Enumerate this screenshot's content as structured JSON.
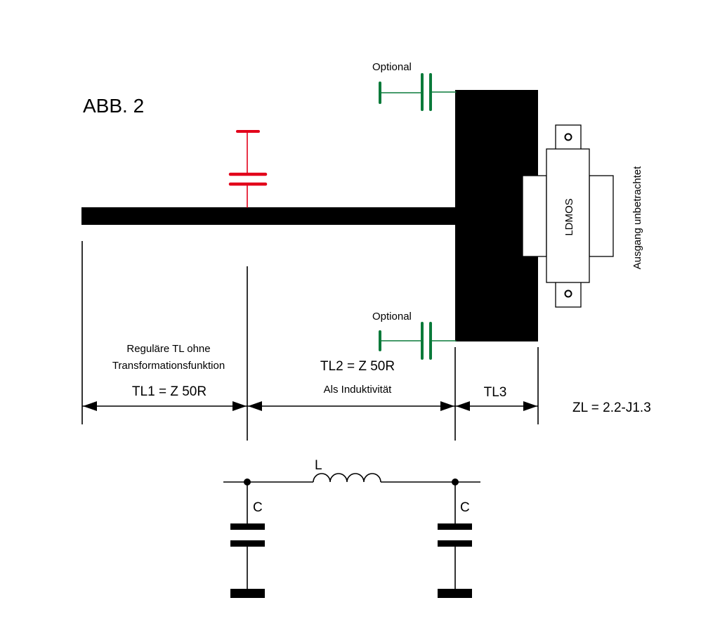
{
  "figure_label": "ABB. 2",
  "colors": {
    "line": "#000000",
    "red_capacitor": "#e2001a",
    "green_capacitor": "#0a7a3a"
  },
  "labels": {
    "optional_top": "Optional",
    "optional_bottom": "Optional",
    "ldmos": "LDMOS",
    "output": "Ausgang unbetrachtet",
    "tl1_desc_line1": "Reguläre TL ohne",
    "tl1_desc_line2": "Transformationsfunktion",
    "tl1": "TL1 = Z 50R",
    "tl2": "TL2 = Z 50R",
    "tl2_desc": "Als Induktivität",
    "tl3": "TL3",
    "zl": "ZL =  2.2-J1.3"
  },
  "equivalent_circuit": {
    "inductor_label": "L",
    "cap_left_label": "C",
    "cap_right_label": "C"
  }
}
